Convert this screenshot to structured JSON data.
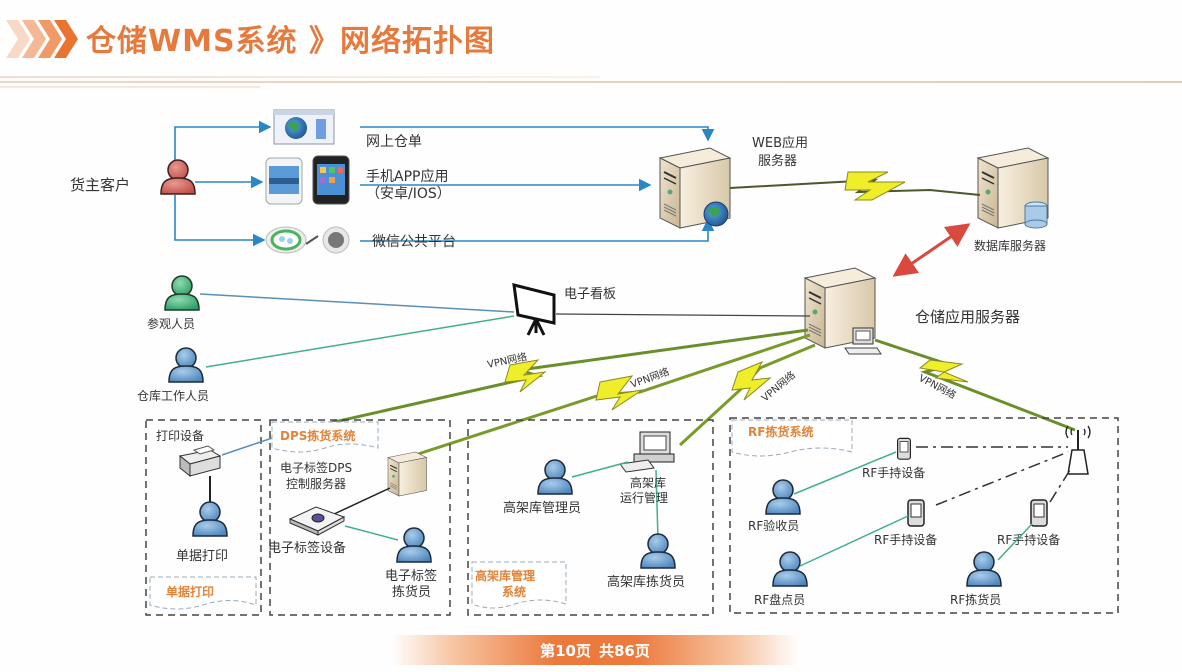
{
  "header": {
    "title": "仓储WMS系统 》网络拓扑图",
    "accent_color": "#e67a3c"
  },
  "diagram": {
    "customer": {
      "label": "货主客户"
    },
    "channels": [
      {
        "label": "网上仓单"
      },
      {
        "label_line1": "手机APP应用",
        "label_line2": "（安卓/IOS）"
      },
      {
        "label": "微信公共平台"
      }
    ],
    "web_server": {
      "label_line1": "WEB应用",
      "label_line2": "服务器"
    },
    "db_server": {
      "label": "数据库服务器"
    },
    "wms_server": {
      "label": "仓储应用服务器"
    },
    "eboard": {
      "label": "电子看板"
    },
    "visitor": {
      "label": "参观人员"
    },
    "worker": {
      "label": "仓库工作人员"
    },
    "vpn_labels": [
      "VPN网络",
      "VPN网络",
      "VPN网络",
      "VPN网络"
    ],
    "print_group": {
      "title": "单据打印",
      "device_label": "打印设备",
      "person_label": "单据打印"
    },
    "dps_group": {
      "title": "DPS拣货系统",
      "server_line1": "电子标签DPS",
      "server_line2": "控制服务器",
      "device_label": "电子标签设备",
      "person_line1": "电子标签",
      "person_line2": "拣货员"
    },
    "hr_group": {
      "title_line1": "高架库管理",
      "title_line2": "系统",
      "pc_line1": "高架库",
      "pc_line2": "运行管理",
      "manager_label": "高架库管理员",
      "picker_label": "高架库拣货员"
    },
    "rf_group": {
      "title": "RF拣货系统",
      "handheld_labels": [
        "RF手持设备",
        "RF手持设备",
        "RF手持设备"
      ],
      "receiver_label": "RF验收员",
      "counter_label": "RF盘点员",
      "picker_label": "RF拣货员"
    }
  },
  "pager": {
    "current": "第10页",
    "total": "共86页"
  }
}
